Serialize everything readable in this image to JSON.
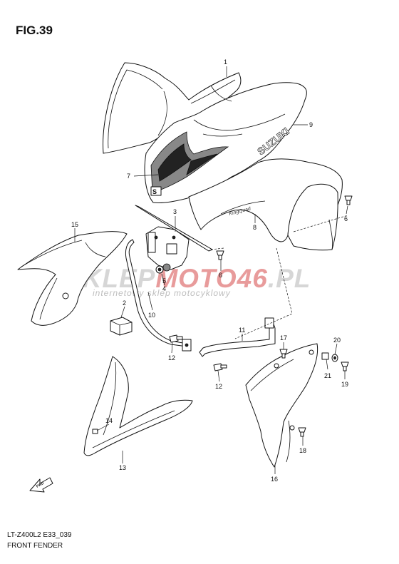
{
  "figure": {
    "title": "FIG.39"
  },
  "footer": {
    "code": "LT-Z400L2 E33_039",
    "name": "FRONT FENDER"
  },
  "watermark": {
    "brand_a": "SKLEP",
    "brand_b": "MOTO46",
    "brand_c": ".PL",
    "tagline": "internetowy sklep motocyklowy"
  },
  "callouts": {
    "c1": "1",
    "c2": "2",
    "c3": "3",
    "c4": "4",
    "c5": "5",
    "c6a": "6",
    "c6b": "6",
    "c7": "7",
    "c8": "8",
    "c9": "9",
    "c10": "10",
    "c11": "11",
    "c12a": "12",
    "c12b": "12",
    "c13": "13",
    "c14": "14",
    "c15": "15",
    "c16": "16",
    "c17": "17",
    "c18": "18",
    "c19": "19",
    "c20": "20",
    "c21": "21"
  },
  "decals": {
    "brand": "SUZUKI",
    "logo": "S",
    "model": "KingQuad",
    "fwd": "FWD"
  }
}
